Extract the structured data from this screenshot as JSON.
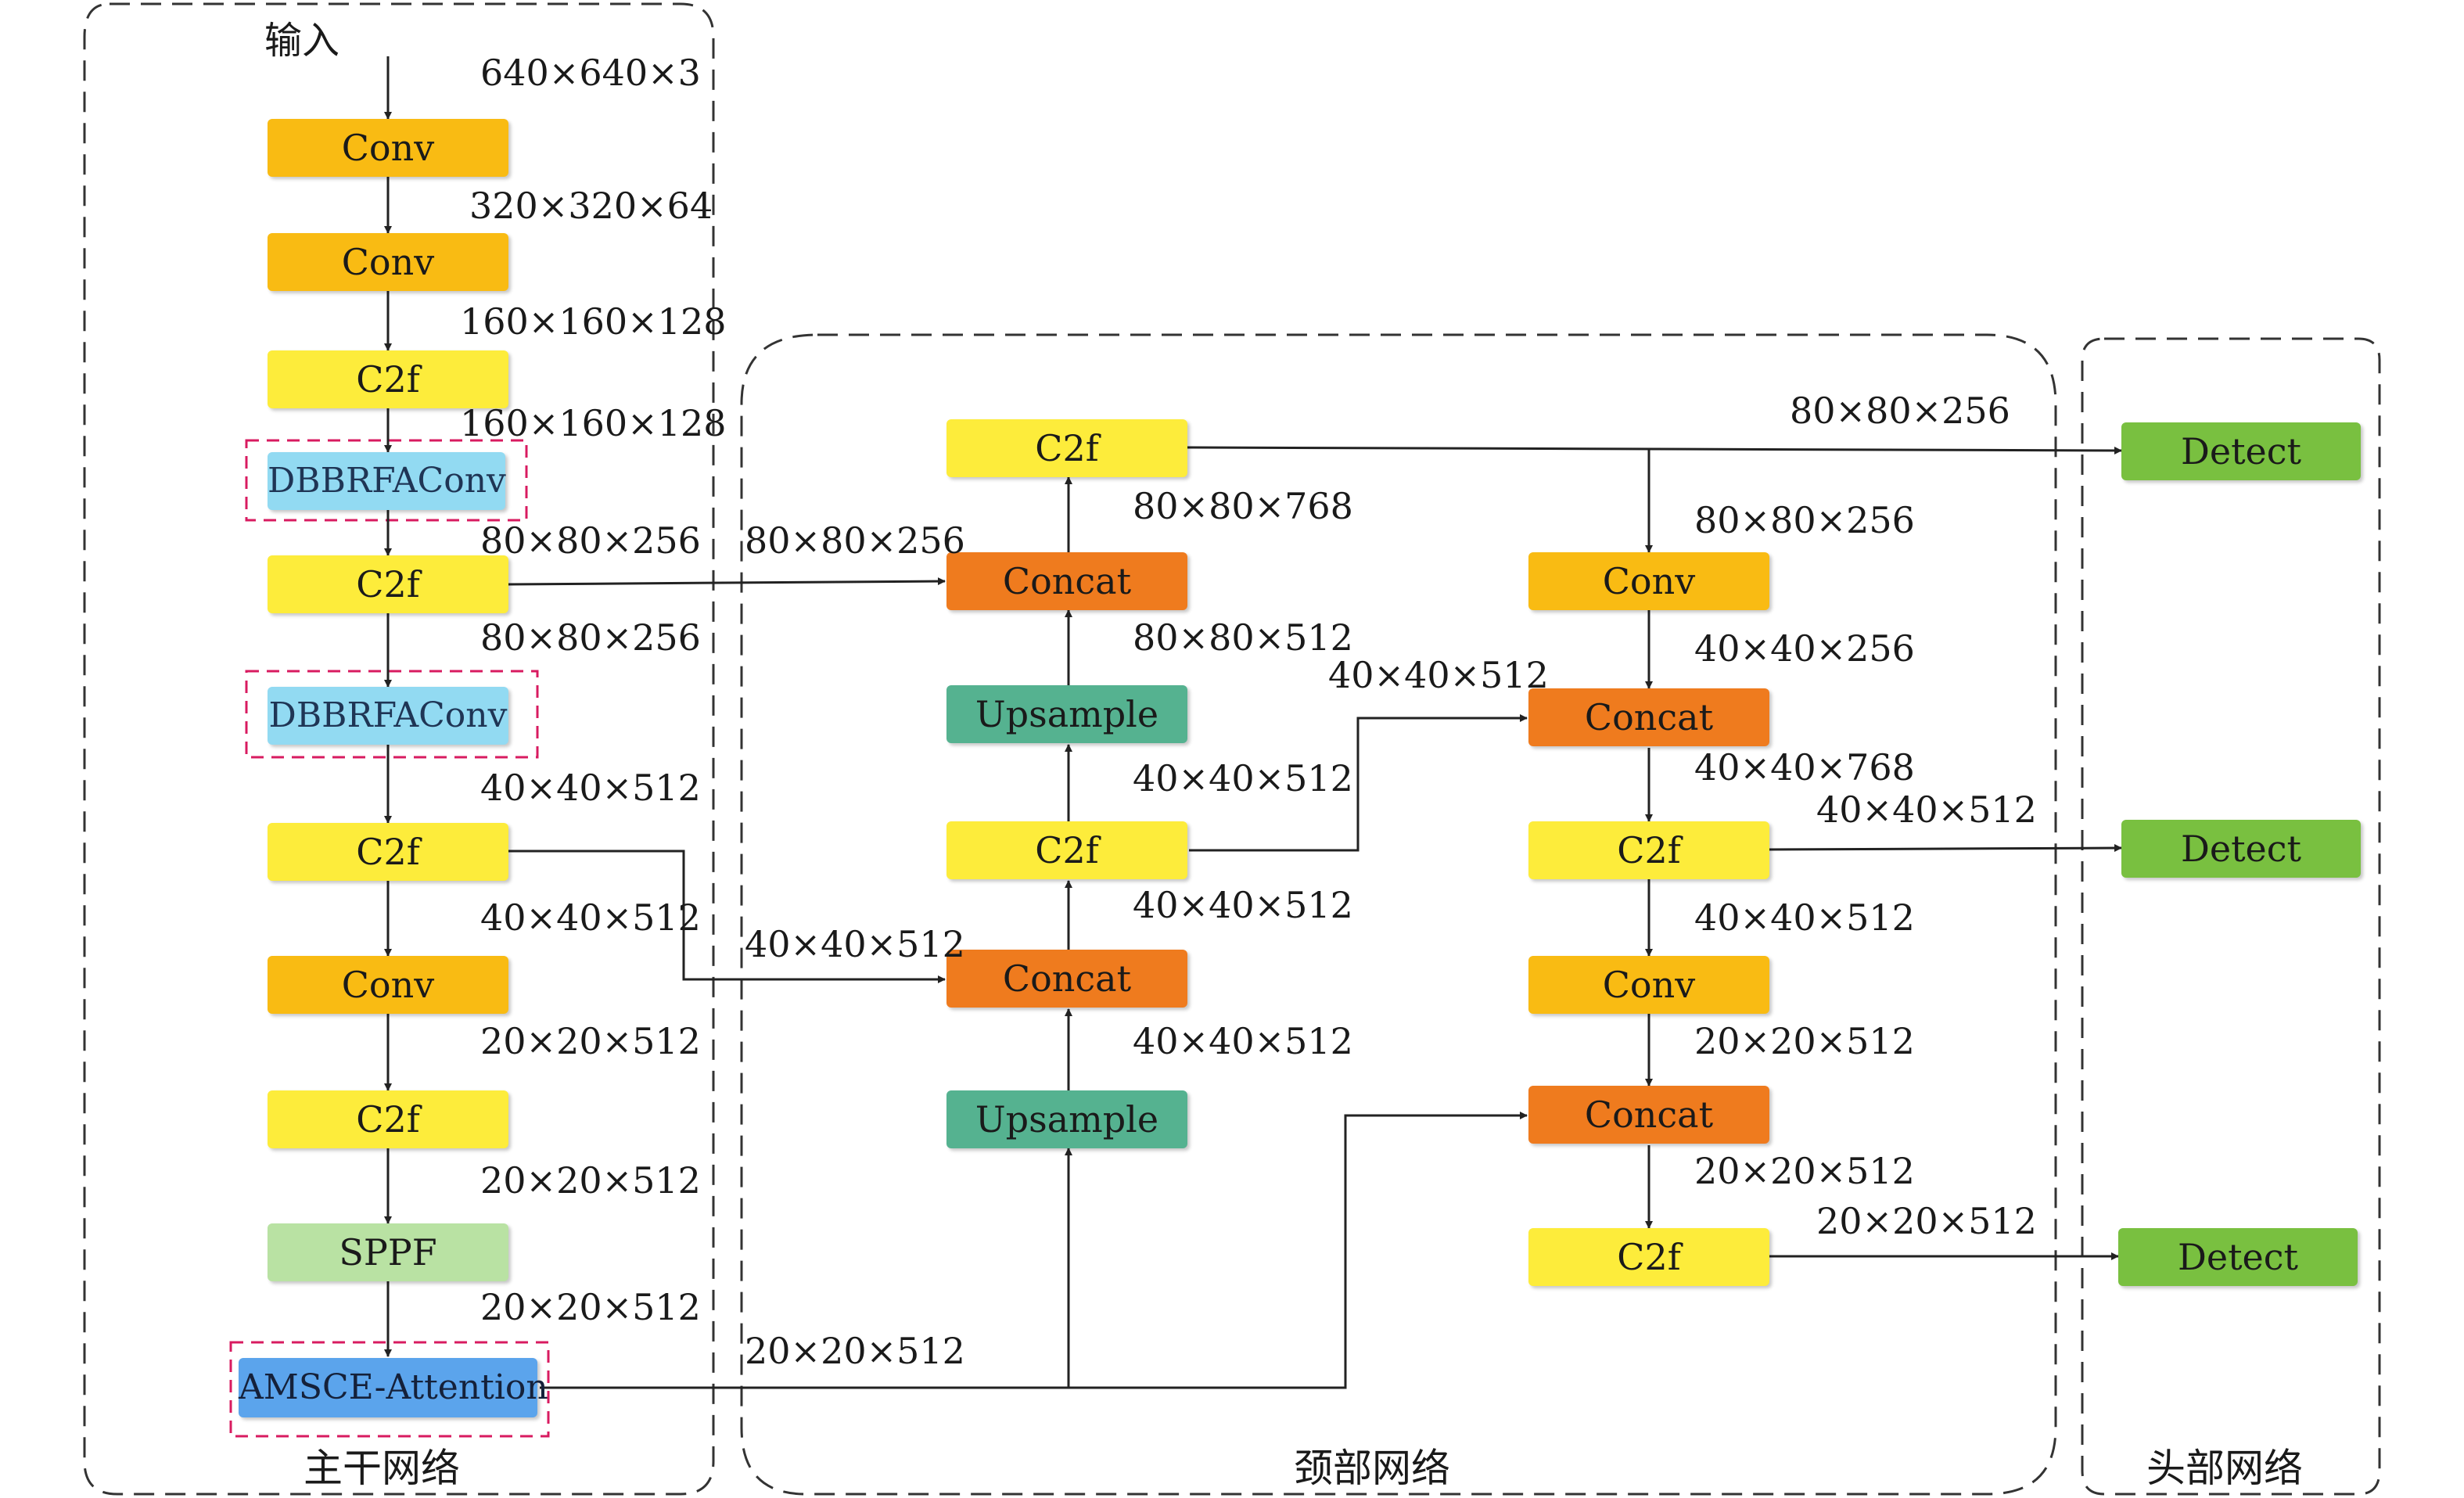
{
  "sections": {
    "backbone": "主干网络",
    "neck": "颈部网络",
    "head": "头部网络"
  },
  "input_label": "输入",
  "modules": {
    "bb_conv1": "Conv",
    "bb_conv2": "Conv",
    "bb_c2f1": "C2f",
    "bb_dbb1": "DBBRFAConv",
    "bb_c2f2": "C2f",
    "bb_dbb2": "DBBRFAConv",
    "bb_c2f3": "C2f",
    "bb_conv3": "Conv",
    "bb_c2f4": "C2f",
    "bb_sppf": "SPPF",
    "bb_amsce": "AMSCE-Attention",
    "nk_c2f_top": "C2f",
    "nk_concat1": "Concat",
    "nk_ups1": "Upsample",
    "nk_c2f_mid": "C2f",
    "nk_concat2": "Concat",
    "nk_ups2": "Upsample",
    "nk_conv1": "Conv",
    "nk_concat3": "Concat",
    "nk_c2f_r1": "C2f",
    "nk_conv2": "Conv",
    "nk_concat4": "Concat",
    "nk_c2f_r2": "C2f",
    "det1": "Detect",
    "det2": "Detect",
    "det3": "Detect"
  },
  "tensor_labels": {
    "t01": "640×640×3",
    "t02": "320×320×64",
    "t03": "160×160×128",
    "t04": "160×160×128",
    "t05": "80×80×256",
    "t06": "80×80×256",
    "t07": "40×40×512",
    "t08": "40×40×512",
    "t09": "20×20×512",
    "t10": "20×20×512",
    "t11": "20×20×512",
    "t12": "80×80×256",
    "t13": "40×40×512",
    "t14": "20×20×512",
    "t15": "80×80×768",
    "t16": "80×80×512",
    "t17": "40×40×512",
    "t18": "40×40×512",
    "t19": "40×40×512",
    "t20": "40×40×512",
    "t21": "80×80×256",
    "t22": "80×80×256",
    "t23": "40×40×256",
    "t24": "40×40×768",
    "t25": "40×40×512",
    "t26": "40×40×512",
    "t27": "20×20×512",
    "t28": "20×20×512",
    "t29": "20×20×512"
  },
  "colors": {
    "conv": "#f9bb13",
    "c2f": "#fdec3b",
    "dbbrfaconv": "#92daf2",
    "sppf": "#b9e2a3",
    "amsce_attention": "#5ba4ec",
    "concat": "#ef7b1e",
    "upsample": "#55b290",
    "detect": "#79c040",
    "highlight_border": "#d81b60"
  }
}
